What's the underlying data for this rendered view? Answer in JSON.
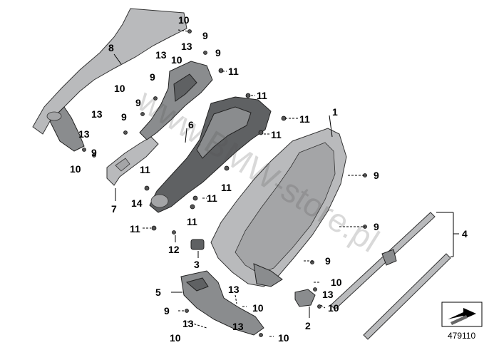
{
  "diagram": {
    "catalog_number": "479110",
    "watermark": "www.BMW-store.pl",
    "icon": "arrow-box-icon",
    "callouts": [
      {
        "id": "c1",
        "label": "1"
      },
      {
        "id": "c2",
        "label": "2"
      },
      {
        "id": "c3",
        "label": "3"
      },
      {
        "id": "c4",
        "label": "4"
      },
      {
        "id": "c5",
        "label": "5"
      },
      {
        "id": "c6",
        "label": "6"
      },
      {
        "id": "c7",
        "label": "7"
      },
      {
        "id": "c8",
        "label": "8"
      },
      {
        "id": "c9a",
        "label": "9"
      },
      {
        "id": "c9b",
        "label": "9"
      },
      {
        "id": "c9c",
        "label": "9"
      },
      {
        "id": "c9d",
        "label": "9"
      },
      {
        "id": "c9e",
        "label": "9"
      },
      {
        "id": "c9f",
        "label": "9"
      },
      {
        "id": "c9g",
        "label": "9"
      },
      {
        "id": "c9h",
        "label": "9"
      },
      {
        "id": "c9i",
        "label": "9"
      },
      {
        "id": "c9j",
        "label": "9"
      },
      {
        "id": "c10a",
        "label": "10"
      },
      {
        "id": "c10b",
        "label": "10"
      },
      {
        "id": "c10c",
        "label": "10"
      },
      {
        "id": "c10d",
        "label": "10"
      },
      {
        "id": "c10e",
        "label": "10"
      },
      {
        "id": "c10f",
        "label": "10"
      },
      {
        "id": "c10g",
        "label": "10"
      },
      {
        "id": "c10h",
        "label": "10"
      },
      {
        "id": "c10i",
        "label": "10"
      },
      {
        "id": "c11a",
        "label": "11"
      },
      {
        "id": "c11b",
        "label": "11"
      },
      {
        "id": "c11c",
        "label": "11"
      },
      {
        "id": "c11d",
        "label": "11"
      },
      {
        "id": "c11e",
        "label": "11"
      },
      {
        "id": "c11f",
        "label": "11"
      },
      {
        "id": "c11g",
        "label": "11"
      },
      {
        "id": "c11h",
        "label": "11"
      },
      {
        "id": "c11i",
        "label": "11"
      },
      {
        "id": "c12",
        "label": "12"
      },
      {
        "id": "c13a",
        "label": "13"
      },
      {
        "id": "c13b",
        "label": "13"
      },
      {
        "id": "c13c",
        "label": "13"
      },
      {
        "id": "c13d",
        "label": "13"
      },
      {
        "id": "c13e",
        "label": "13"
      },
      {
        "id": "c13f",
        "label": "13"
      },
      {
        "id": "c13g",
        "label": "13"
      },
      {
        "id": "c13h",
        "label": "13"
      },
      {
        "id": "c14",
        "label": "14"
      }
    ]
  }
}
